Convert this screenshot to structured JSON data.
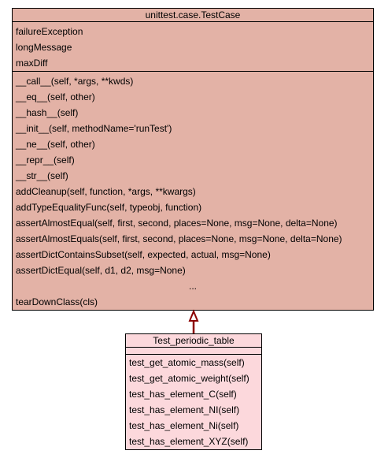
{
  "diagram": {
    "parent_class": {
      "name": "unittest.case.TestCase",
      "attributes": [
        "failureException",
        "longMessage",
        "maxDiff"
      ],
      "methods": [
        "__call__(self, *args, **kwds)",
        "__eq__(self, other)",
        "__hash__(self)",
        "__init__(self, methodName='runTest')",
        "__ne__(self, other)",
        "__repr__(self)",
        "__str__(self)",
        "addCleanup(self, function, *args, **kwargs)",
        "addTypeEqualityFunc(self, typeobj, function)",
        "assertAlmostEqual(self, first, second, places=None, msg=None, delta=None)",
        "assertAlmostEquals(self, first, second, places=None, msg=None, delta=None)",
        "assertDictContainsSubset(self, expected, actual, msg=None)",
        "assertDictEqual(self, d1, d2, msg=None)"
      ],
      "ellipsis": "...",
      "last_method": "tearDownClass(cls)",
      "fill_color": "#e3b2a6"
    },
    "child_class": {
      "name": "Test_periodic_table",
      "methods": [
        "test_get_atomic_mass(self)",
        "test_get_atomic_weight(self)",
        "test_has_element_C(self)",
        "test_has_element_NI(self)",
        "test_has_element_Ni(self)",
        "test_has_element_XYZ(self)"
      ],
      "fill_color": "#fcd8dc"
    },
    "relation": {
      "type": "inheritance",
      "color": "#8b0000"
    }
  }
}
